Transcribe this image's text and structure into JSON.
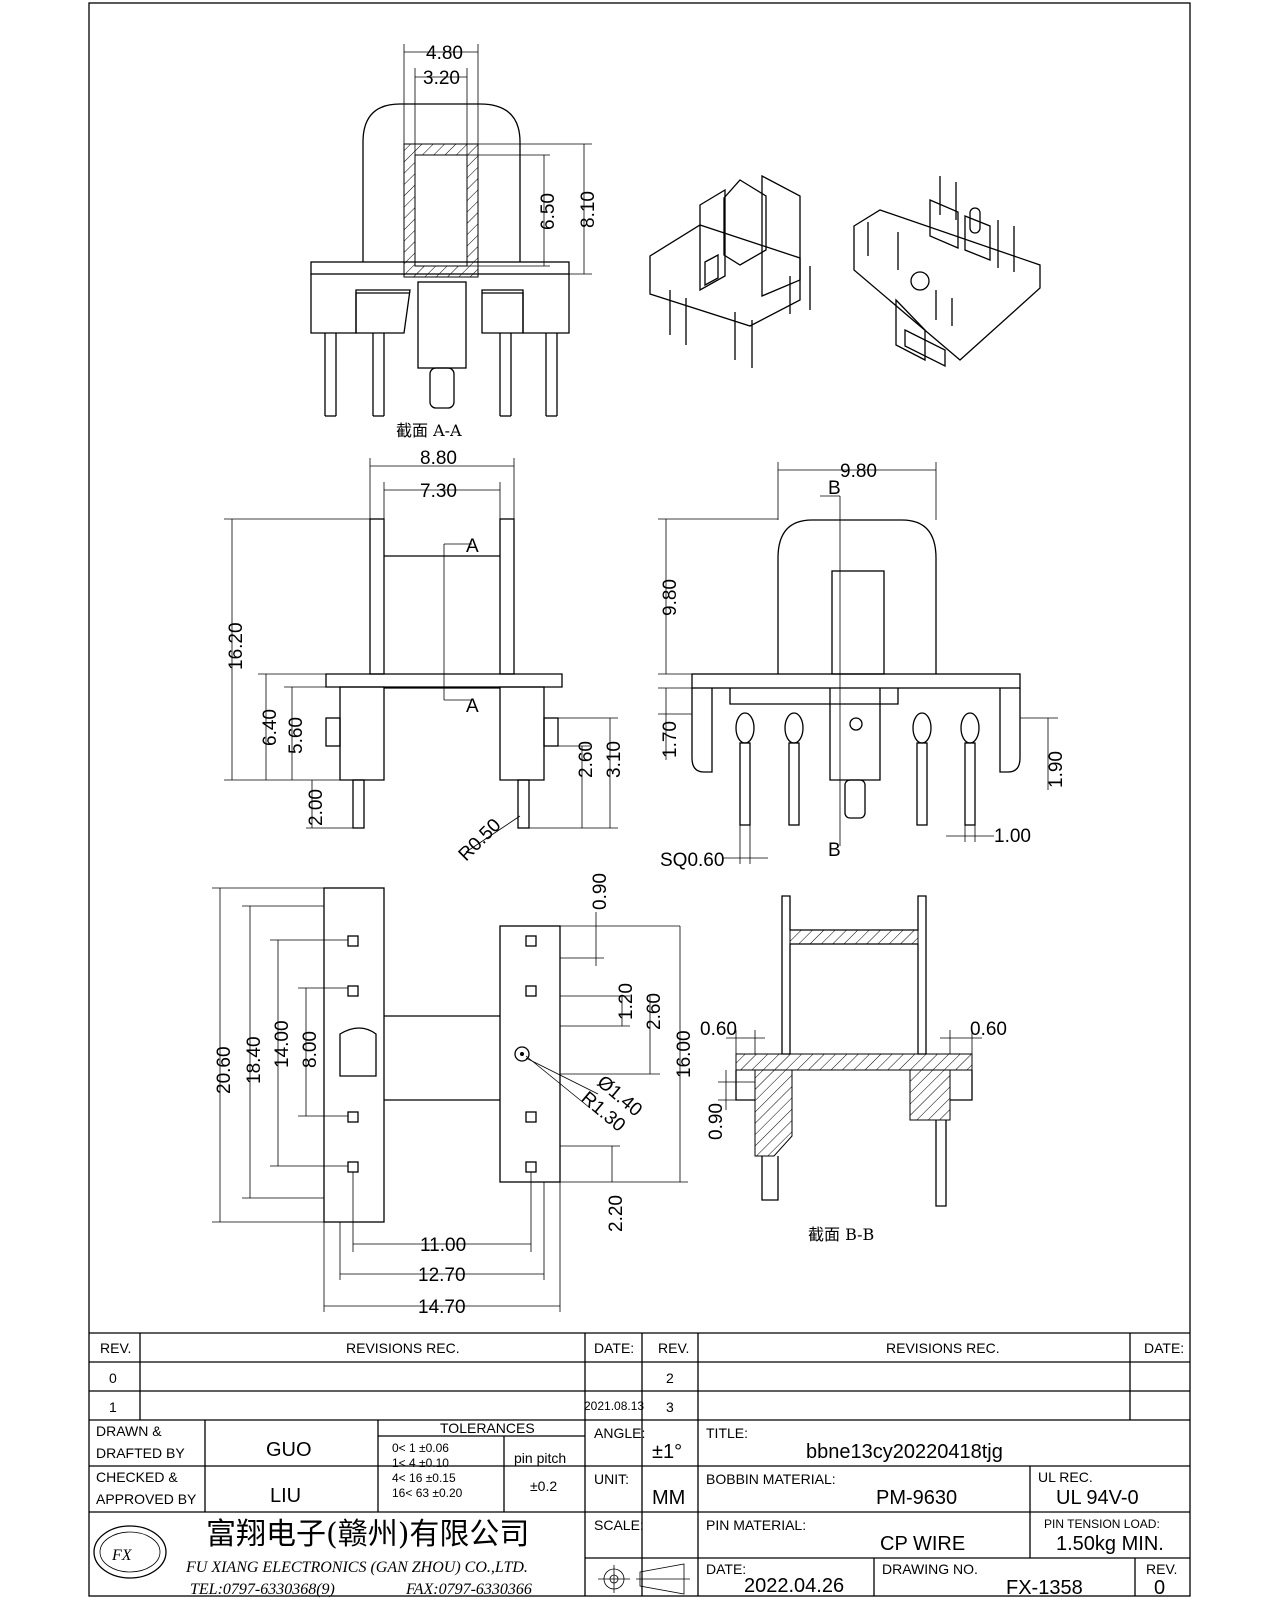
{
  "views": {
    "section_aa": {
      "dims": {
        "outer_width": "4.80",
        "inner_width": "3.20",
        "inner_height": "6.50",
        "outer_height": "8.10"
      },
      "caption": "截面 A-A"
    },
    "front": {
      "dims": {
        "width_outer": "8.80",
        "width_inner": "7.30",
        "height": "16.20",
        "pin_h1": "6.40",
        "pin_h2": "5.60",
        "pin_len": "2.00",
        "d1": "2.60",
        "d2": "3.10",
        "radius": "R0.50"
      },
      "section_marks": {
        "top": "A",
        "bottom": "A"
      }
    },
    "side": {
      "dims": {
        "width": "9.80",
        "height": "9.80",
        "d1": "1.70",
        "d2": "1.90",
        "pin_pitch": "1.00",
        "pin_sq": "SQ0.60"
      },
      "section_marks": {
        "top": "B",
        "bottom": "B"
      }
    },
    "bottom": {
      "dims": {
        "h1": "20.60",
        "h2": "18.40",
        "h3": "14.00",
        "h4": "8.00",
        "w1": "11.00",
        "w2": "12.70",
        "w3": "14.70",
        "r1": "0.90",
        "r2": "1.20",
        "r3": "2.60",
        "r4": "16.00",
        "r5": "2.20",
        "hole": "Ø1.40",
        "hole_r": "R1.30"
      }
    },
    "section_bb": {
      "dims": {
        "left": "0.60",
        "right": "0.60",
        "lower": "0.90"
      },
      "caption": "截面 B-B"
    }
  },
  "title_block": {
    "revisions_left": {
      "headers": [
        "REV.",
        "REVISIONS REC.",
        "DATE:"
      ],
      "rows": [
        {
          "rev": "0",
          "rec": "",
          "date": ""
        },
        {
          "rev": "1",
          "rec": "",
          "date": "2021.08.13"
        }
      ]
    },
    "revisions_right": {
      "headers": [
        "REV.",
        "REVISIONS REC.",
        "DATE:"
      ],
      "rows": [
        {
          "rev": "2",
          "rec": "",
          "date": ""
        },
        {
          "rev": "3",
          "rec": "",
          "date": ""
        }
      ]
    },
    "drawn_label": "DRAWN & DRAFTED BY",
    "drawn_by": "GUO",
    "checked_label": "CHECKED & APPROVED BY",
    "checked_by": "LIU",
    "tolerances": {
      "title": "TOLERANCES",
      "rows": [
        "0< 1 ±0.06",
        "1< 4 ±0.10",
        "4< 16 ±0.15",
        "16< 63 ±0.20"
      ],
      "pin_pitch_label": "pin pitch",
      "pin_pitch_value": "±0.2"
    },
    "angle_label": "ANGLE:",
    "angle_value": "±1°",
    "unit_label": "UNIT:",
    "unit_value": "MM",
    "scale_label": "SCALE:",
    "title_label": "TITLE:",
    "title_value": "bbne13cy20220418tjg",
    "bobbin_material_label": "BOBBIN MATERIAL:",
    "bobbin_material": "PM-9630",
    "ul_label": "UL REC.",
    "ul_value": "UL 94V-0",
    "pin_material_label": "PIN MATERIAL:",
    "pin_material": "CP WIRE",
    "pin_tension_label": "PIN TENSION LOAD:",
    "pin_tension": "1.50kg MIN.",
    "date_label": "DATE:",
    "date_value": "2022.04.26",
    "drawing_no_label": "DRAWING NO.",
    "drawing_no": "FX-1358",
    "rev_label": "REV.",
    "rev_value": "0",
    "company_cn": "富翔电子(赣州)有限公司",
    "company_en": "FU XIANG ELECTRONICS (GAN ZHOU) CO.,LTD.",
    "tel": "TEL:0797-6330368(9)",
    "fax": "FAX:0797-6330366",
    "logo_text": "FX"
  }
}
